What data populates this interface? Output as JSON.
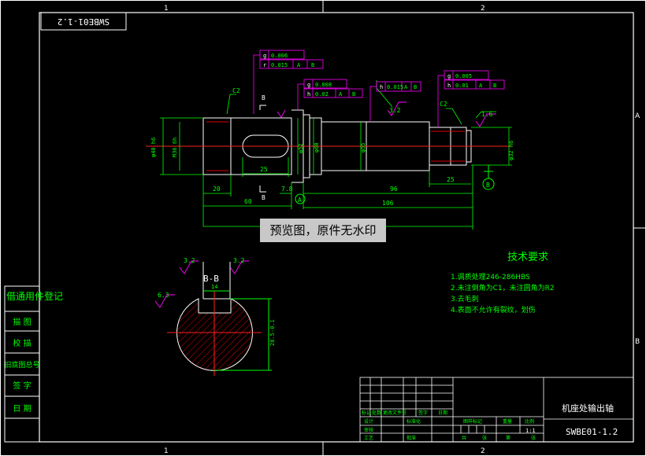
{
  "drawing": {
    "number_rotated": "SWBE01-1.2",
    "number": "SWBE01-1.2",
    "name": "机座处输出轴",
    "scale": "1:1"
  },
  "zones": {
    "top": [
      "1",
      "2"
    ],
    "bottom": [
      "1",
      "2"
    ],
    "right": [
      "A",
      "B"
    ]
  },
  "registry": {
    "title": "借通用件登记",
    "rows": [
      "描 图",
      "校 描",
      "旧底图总号",
      "签 字",
      "日 期"
    ]
  },
  "tolerances": {
    "left_top": [
      "0.006",
      "0.015",
      "A",
      "B"
    ],
    "left_mid": [
      "0.008",
      "0.02",
      "A",
      "B"
    ],
    "center": [
      "0.015",
      "A",
      "B"
    ],
    "right": [
      "0.005",
      "0.01",
      "A",
      "B"
    ]
  },
  "dims": {
    "c2_left": "C2",
    "c2_right": "C2",
    "d25_keyway": "25",
    "d20": "20",
    "d60": "60",
    "d7_8": "7.8",
    "d96": "96",
    "d106": "106",
    "d25_right": "25",
    "d_phi52": "φ52",
    "d_phi55": "φ55",
    "d_phi60": "φ60",
    "d_m36": "M36 6h",
    "d_left_fit": "φ40 h6",
    "d_right_fit": "φ32 h6",
    "d14": "14",
    "d28": "28.5-0.1",
    "section_mark": "B",
    "datum_a": "A",
    "datum_b": "B",
    "rough_3_2a": "3.2",
    "rough_3_2b": "3.2",
    "rough_3_2c": "3.2",
    "rough_1_6": "1.6",
    "rough_6_3": "6.3"
  },
  "section": {
    "label": "B-B"
  },
  "tech": {
    "title": "技术要求",
    "items": [
      "1.调质处理246-286HBS",
      "2.未注倒角为C1，未注圆角为R2",
      "3.去毛刺",
      "4.表面不允许有裂纹，划伤"
    ]
  },
  "title_block": {
    "left_labels": [
      "标记",
      "处数",
      "更改文件号",
      "签字",
      "日期"
    ],
    "row_labels": [
      "设计",
      "审核",
      "工艺"
    ],
    "std_label": "标准化",
    "approval_label": "批准",
    "stage_label": "图样标记",
    "weight_label": "重量",
    "scale_label": "比例",
    "sheet_labels": [
      "共",
      "张",
      "第",
      "张"
    ]
  },
  "watermark": "预览图，原件无水印",
  "colors": {
    "frame": "#ffffff",
    "part": "#ffffff",
    "dim": "#00ff00",
    "center": "#ff2020",
    "callout": "#ff00ff",
    "text": "#00ff00"
  }
}
